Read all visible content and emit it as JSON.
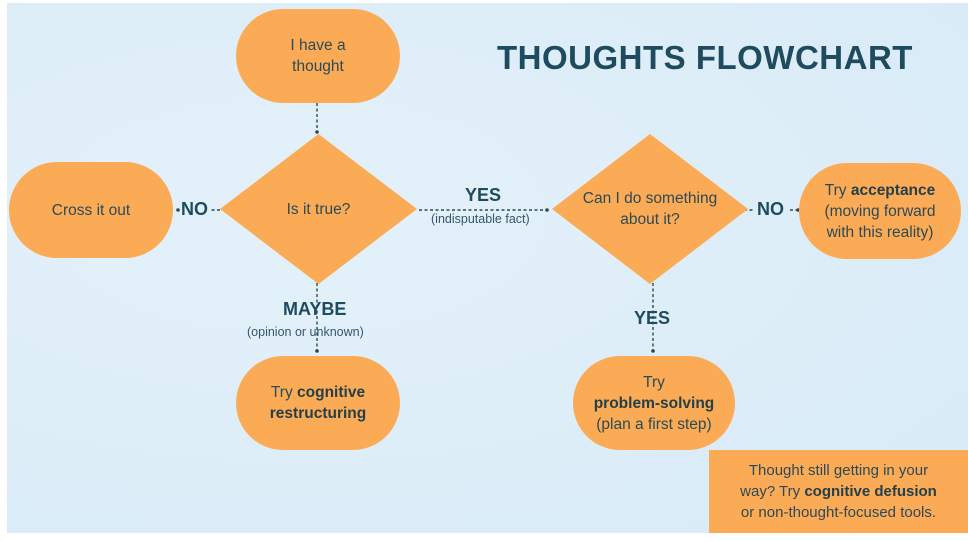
{
  "title": "THOUGHTS FLOWCHART",
  "colors": {
    "node_fill": "#fbab55",
    "text_dark": "#1f4b5f",
    "background": "#dcedf8"
  },
  "nodes": {
    "start": {
      "line1": "I have a",
      "line2": "thought"
    },
    "is_true": {
      "text": "Is it true?"
    },
    "cross_out": {
      "text": "Cross it out"
    },
    "can_do": {
      "line1": "Can I do something",
      "line2": "about it?"
    },
    "acceptance": {
      "prefix": "Try ",
      "bold": "acceptance",
      "line2": "(moving forward",
      "line3": "with this reality)"
    },
    "cognitive_restructuring": {
      "prefix": "Try ",
      "bold": "cognitive",
      "line2": "restructuring"
    },
    "problem_solving": {
      "line1": "Try",
      "bold": "problem-solving",
      "line3": "(plan a first step)"
    }
  },
  "edges": {
    "no_left": "NO",
    "yes_right": {
      "label": "YES",
      "sub": "(indisputable fact)"
    },
    "maybe_down": {
      "label": "MAYBE",
      "sub": "(opinion or unknown)"
    },
    "no_right": "NO",
    "yes_down": "YES"
  },
  "note": {
    "line1": "Thought still getting in your",
    "line2_prefix": "way? Try ",
    "line2_bold": "cognitive defusion",
    "line3": "or non-thought-focused tools."
  }
}
